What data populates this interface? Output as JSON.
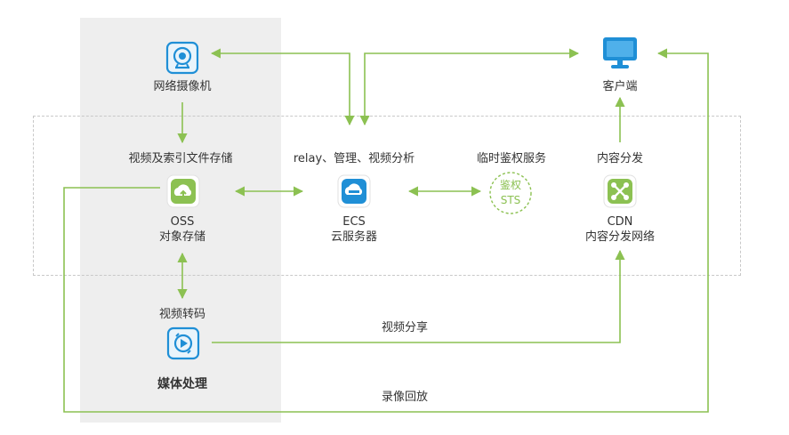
{
  "nodes": {
    "camera": {
      "label": "网络摄像机"
    },
    "client": {
      "label": "客户端"
    },
    "oss": {
      "caption": "视频及索引文件存储",
      "name": "OSS",
      "sub": "对象存储"
    },
    "ecs": {
      "caption": "relay、管理、视频分析",
      "name": "ECS",
      "sub": "云服务器"
    },
    "sts": {
      "caption": "临时鉴权服务",
      "badge_top": "鉴权",
      "badge_bottom": "STS"
    },
    "cdn": {
      "caption": "内容分发",
      "name": "CDN",
      "sub": "内容分发网络"
    },
    "transcode": {
      "caption": "视频转码"
    }
  },
  "group_label": "媒体处理",
  "edges": {
    "share": "视频分享",
    "playback": "录像回放"
  },
  "colors": {
    "line": "#8cc152",
    "icon_border": "#1f8fd6",
    "cdn_green": "#8cc152",
    "gray_area": "#eeeeee"
  }
}
